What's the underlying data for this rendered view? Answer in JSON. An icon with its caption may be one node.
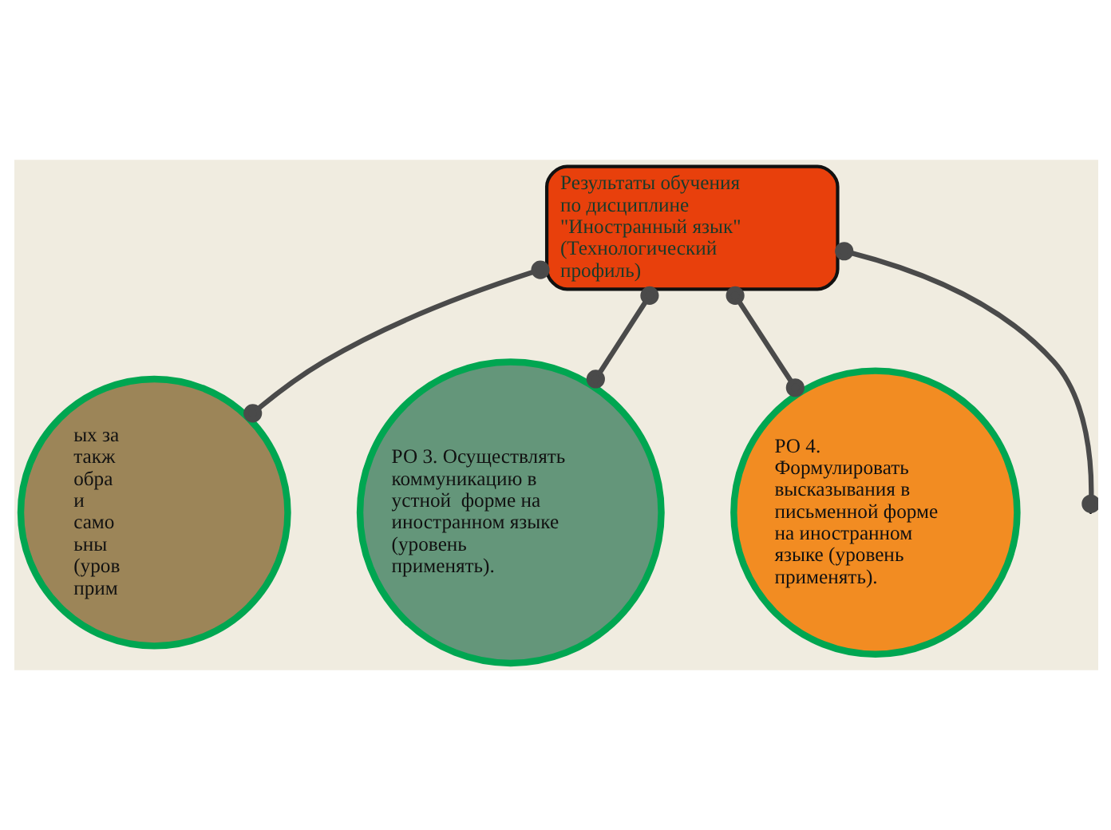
{
  "diagram": {
    "nodes": [
      {
        "text": [
          "Результаты обучения по дисциплине \"Иностранный язык\" (Технологический профиль)"
        ]
      },
      {
        "text": [
          "ых за такж обра и само ьны (уров прим"
        ]
      },
      {
        "text": [
          "РО 3. Осуществлять коммуникацию в устной  форме на иностранном языке (уровень применять)."
        ]
      },
      {
        "text": [
          "РО 4. Формулировать высказывания в письменной форме на иностранном языке (уровень применять)."
        ]
      }
    ],
    "edges": [
      {
        "from": 0,
        "to": null,
        "arrow": "other"
      },
      {
        "from": 0,
        "to": 1,
        "arrow": "other"
      },
      {
        "from": 0,
        "to": 2,
        "arrow": "other"
      },
      {
        "from": 0,
        "to": 3,
        "arrow": "other"
      }
    ]
  }
}
